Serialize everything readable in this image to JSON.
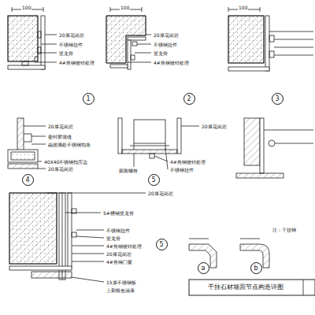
{
  "diagram": {
    "title": "干挂石材墙面节点构造详图",
    "nodes": [
      {
        "text": [
          "1"
        ]
      },
      {
        "text": [
          "2"
        ]
      },
      {
        "text": [
          "3"
        ]
      },
      {
        "text": [
          "4"
        ]
      },
      {
        "text": [
          "5"
        ]
      },
      {
        "text": [
          "5"
        ]
      },
      {
        "text": [
          "a"
        ]
      },
      {
        "text": [
          "b"
        ]
      }
    ],
    "labels": [
      "100",
      "20厚花岗岩",
      "不锈钢挂件",
      "竖龙骨",
      "4#角钢镀锌处理",
      "100",
      "20厚花岗岩",
      "不锈钢挂件",
      "竖龙骨",
      "4#角钢镀锌处理",
      "100",
      "20厚花岗岩",
      "密封胶填缝",
      "由玻璃处不锈钢扣条",
      "40X40不锈钢扣压边",
      "20厚花岗岩",
      "20厚花岗岩",
      "4#角钢镀锌处理",
      "不锈钢挂件",
      "膨胀螺栓",
      "20厚花岗岩",
      "5#槽钢竖龙骨",
      "不锈钢挂件",
      "竖龙骨",
      "4#角钢镀锌处理",
      "20厚花岗岩",
      "4#角钢门窗",
      "15厚不锈钢板",
      "上刷银色油漆",
      "注：干挂钢"
    ]
  }
}
